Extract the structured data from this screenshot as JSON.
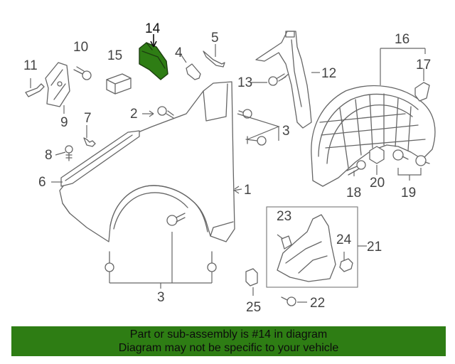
{
  "callouts": {
    "c1": "1",
    "c2": "2",
    "c3a": "3",
    "c3b": "3",
    "c4": "4",
    "c5": "5",
    "c6": "6",
    "c7": "7",
    "c8": "8",
    "c9": "9",
    "c10": "10",
    "c11": "11",
    "c12": "12",
    "c13": "13",
    "c14": "14",
    "c15": "15",
    "c16": "16",
    "c17": "17",
    "c18": "18",
    "c19": "19",
    "c20": "20",
    "c21": "21",
    "c22": "22",
    "c23": "23",
    "c24": "24",
    "c25": "25"
  },
  "highlighted_part": "14",
  "colors": {
    "highlight": "#2e7d14",
    "banner_bg": "#2e7d14",
    "line": "#666666"
  },
  "banner": {
    "line1": "Part or sub-assembly is #14 in diagram",
    "line2": "Diagram may not be specific to your vehicle"
  }
}
